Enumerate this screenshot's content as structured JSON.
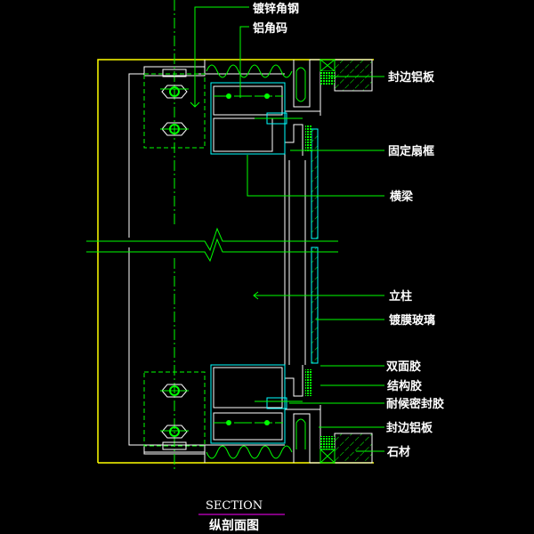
{
  "drawing": {
    "title": "SECTION",
    "subtitle": "纵剖面图",
    "colors": {
      "background": "#000000",
      "outline": "#ffffff",
      "boundary": "#ffff00",
      "leader": "#00ff00",
      "glass": "#00ffff",
      "title_underline": "#ff00ff"
    }
  },
  "labels": {
    "galvanized_angle": "镀锌角钢",
    "aluminum_corner": "铝角码",
    "edge_aluminum_top": "封边铝板",
    "fixed_sash_frame": "固定扇框",
    "transom": "横梁",
    "mullion": "立柱",
    "coated_glass": "镀膜玻璃",
    "double_sided_tape": "双面胶",
    "structural_sealant": "结构胶",
    "weather_sealant": "耐候密封胶",
    "edge_aluminum_bottom": "封边铝板",
    "stone": "石材"
  }
}
